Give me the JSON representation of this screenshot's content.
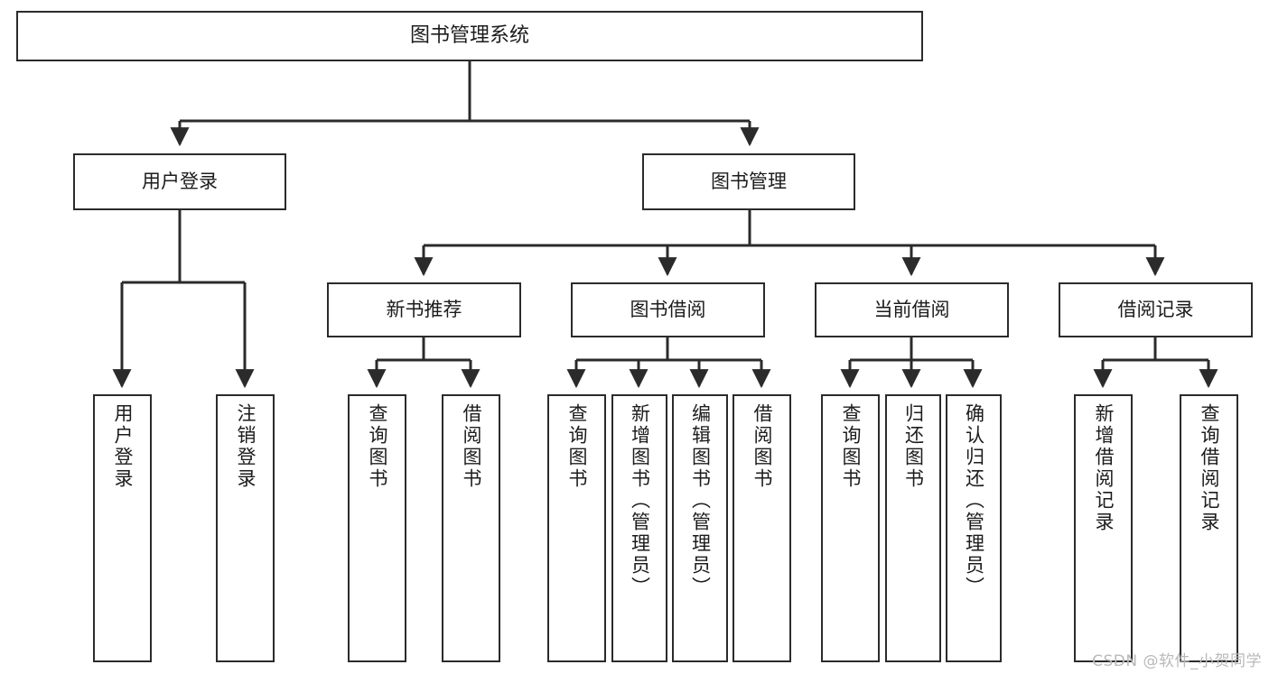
{
  "diagram": {
    "title": "图书管理系统",
    "type": "hierarchy-tree",
    "watermark": "CSDN @软件_小贺同学",
    "colors": {
      "box_border": "#2b2b2b",
      "box_fill": "#ffffff",
      "connector": "#2b2b2b",
      "text": "#1c1c1c",
      "watermark": "#b9b9b9",
      "background": "#ffffff"
    },
    "nodes": {
      "root": {
        "label": "图书管理系统"
      },
      "level2": [
        {
          "id": "user-login",
          "label": "用户登录"
        },
        {
          "id": "book-manage",
          "label": "图书管理"
        }
      ],
      "level3": [
        {
          "id": "new-book-rec",
          "label": "新书推荐"
        },
        {
          "id": "book-borrow",
          "label": "图书借阅"
        },
        {
          "id": "current-borrow",
          "label": "当前借阅"
        },
        {
          "id": "borrow-record",
          "label": "借阅记录"
        }
      ],
      "leaves": {
        "user-login": [
          {
            "id": "leaf-user-login",
            "label": "用户登录"
          },
          {
            "id": "leaf-logout-login",
            "label": "注销登录"
          }
        ],
        "new-book-rec": [
          {
            "id": "leaf-query-book-1",
            "label": "查询图书"
          },
          {
            "id": "leaf-borrow-book-1",
            "label": "借阅图书"
          }
        ],
        "book-borrow": [
          {
            "id": "leaf-query-book-2",
            "label": "查询图书"
          },
          {
            "id": "leaf-add-book",
            "label": "新增图书（管理员）"
          },
          {
            "id": "leaf-edit-book",
            "label": "编辑图书（管理员）"
          },
          {
            "id": "leaf-borrow-book-2",
            "label": "借阅图书"
          }
        ],
        "current-borrow": [
          {
            "id": "leaf-query-book-3",
            "label": "查询图书"
          },
          {
            "id": "leaf-return-book",
            "label": "归还图书"
          },
          {
            "id": "leaf-confirm-return",
            "label": "确认归还（管理员）"
          }
        ],
        "borrow-record": [
          {
            "id": "leaf-add-record",
            "label": "新增借阅记录"
          },
          {
            "id": "leaf-query-record",
            "label": "查询借阅记录"
          }
        ]
      }
    }
  }
}
